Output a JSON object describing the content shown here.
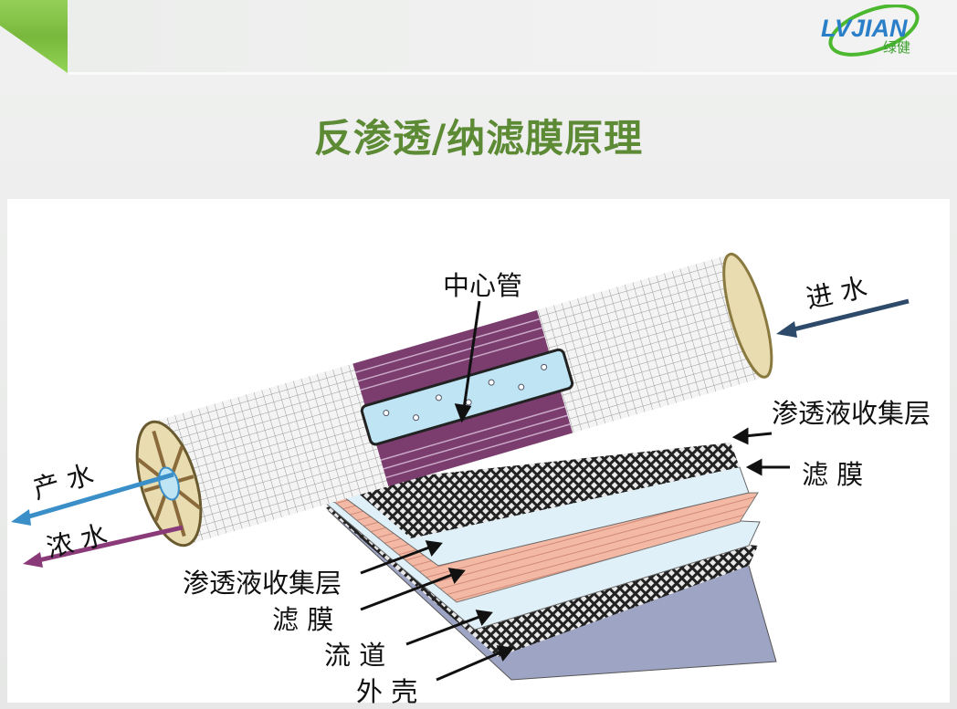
{
  "header": {
    "logo_text": "LVJIAN",
    "logo_cn": "绿健",
    "title": "反渗透/纳滤膜原理"
  },
  "diagram": {
    "labels": {
      "center_tube": "中心管",
      "feed_water": "进 水",
      "permeate_layer_right": "渗透液收集层",
      "membrane_right": "滤 膜",
      "product_water": "产 水",
      "concentrate": "浓 水",
      "permeate_layer_left": "渗透液收集层",
      "membrane_left": "滤 膜",
      "flow_channel": "流 道",
      "shell": "外 壳"
    },
    "colors": {
      "title": "#5d8a35",
      "product_arrow": "#3a8fc8",
      "concentrate_arrow": "#8a3a78",
      "feed_arrow": "#2e4a6a",
      "wrap": "#7a3d6e"
    }
  }
}
